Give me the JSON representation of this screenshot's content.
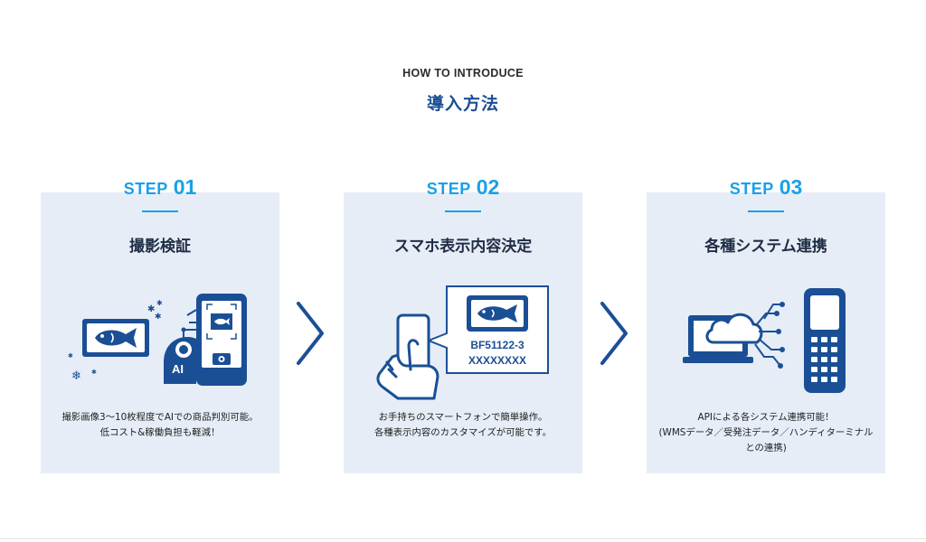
{
  "header": {
    "eyebrow": "HOW TO INTRODUCE",
    "title": "導入方法"
  },
  "colors": {
    "primary": "#1b4f95",
    "step_accent": "#1aa0e8",
    "card_bg": "#e6edf6"
  },
  "steps": [
    {
      "step_word": "STEP",
      "step_num": "01",
      "title": "撮影検証",
      "illustration": "fish-photo-ai-smartphone",
      "illustration_text": "AI",
      "description": [
        "撮影画像3〜10枚程度でAIでの商品判別可能。",
        "低コスト&稼働負担も軽減！"
      ]
    },
    {
      "step_word": "STEP",
      "step_num": "02",
      "title": "スマホ表示内容決定",
      "illustration": "hand-phone-fish-label",
      "illustration_text": [
        "BF51122-3",
        "XXXXXXXX"
      ],
      "description": [
        "お手持ちのスマートフォンで簡単操作。",
        "各種表示内容のカスタマイズが可能です。"
      ]
    },
    {
      "step_word": "STEP",
      "step_num": "03",
      "title": "各種システム連携",
      "illustration": "cloud-laptop-handy-terminal",
      "description": [
        "APIによる各システム連携可能！",
        "(WMSデータ／受発注データ／ハンディターミナル",
        "との連携)"
      ]
    }
  ],
  "arrows": [
    "chevron-right-icon",
    "chevron-right-icon"
  ]
}
